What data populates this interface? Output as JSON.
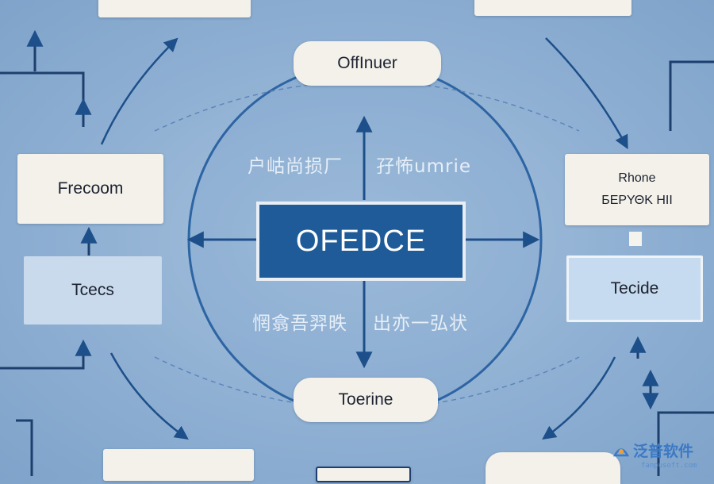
{
  "diagram": {
    "center_label": "OFEDCE",
    "top_node": "OffΙnuer",
    "bottom_node": "Toerine",
    "left_top_node": "Frecoom",
    "left_bottom_node": "Tcecs",
    "right_top_node_line1": "Rhone",
    "right_top_node_line2": "БΕΡΥΘΚ ΗΙΙ",
    "right_bottom_node": "Tecide",
    "text_upper_left": "户岵尚损厂",
    "text_upper_right": "孖怖umrie",
    "text_lower_left": "惘翕吾羿昳",
    "text_lower_right": "出亦一弘状"
  },
  "watermark": {
    "brand": "泛普软件",
    "url": "fanpusoft.com"
  },
  "colors": {
    "background": "#8fb0d3",
    "center_fill": "#1f5b98",
    "arrow": "#1d4f8a",
    "card": "#f3f1ea"
  }
}
